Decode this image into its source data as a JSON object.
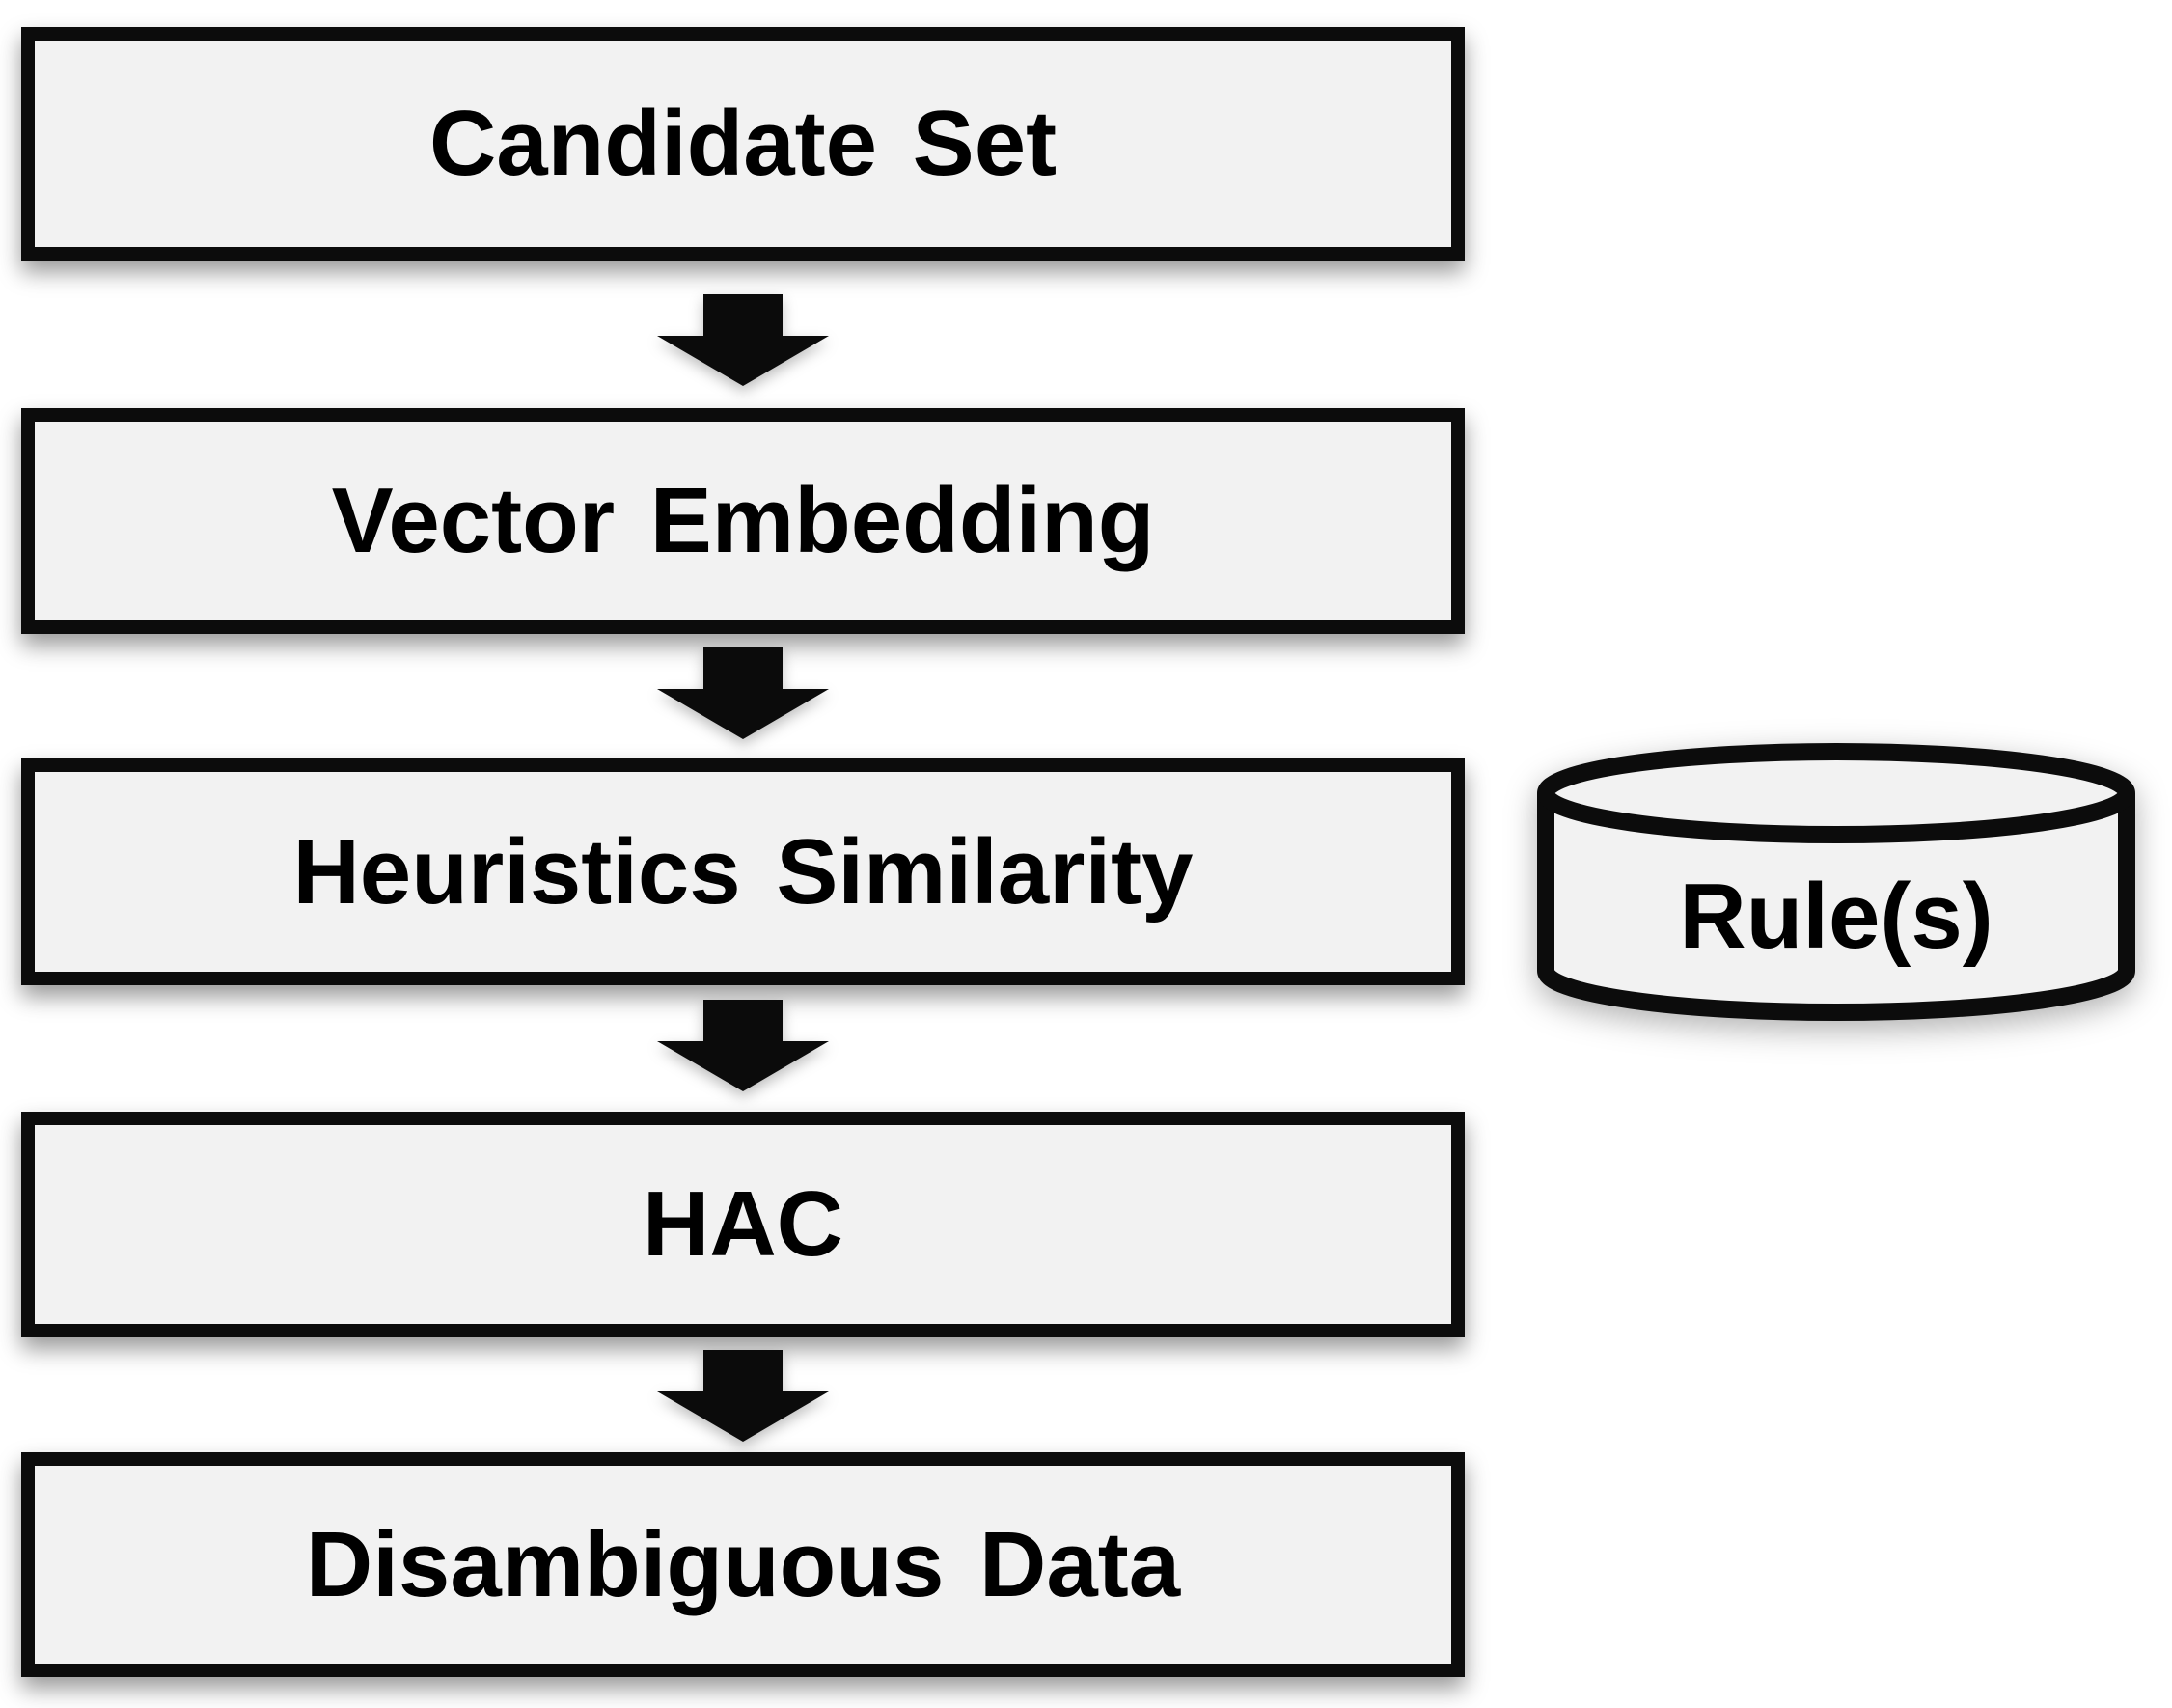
{
  "diagram": {
    "type": "flowchart",
    "direction": "top-to-bottom",
    "nodes": [
      {
        "id": "candidate-set",
        "label": "Candidate Set",
        "shape": "rectangle"
      },
      {
        "id": "vector-embedding",
        "label": "Vector Embedding",
        "shape": "rectangle"
      },
      {
        "id": "heuristics-similarity",
        "label": "Heuristics Similarity",
        "shape": "rectangle"
      },
      {
        "id": "hac",
        "label": "HAC",
        "shape": "rectangle"
      },
      {
        "id": "disambiguous-data",
        "label": "Disambiguous Data",
        "shape": "rectangle"
      }
    ],
    "edges": [
      {
        "from": "candidate-set",
        "to": "vector-embedding",
        "style": "solid-block-arrow-down"
      },
      {
        "from": "vector-embedding",
        "to": "heuristics-similarity",
        "style": "solid-block-arrow-down"
      },
      {
        "from": "heuristics-similarity",
        "to": "hac",
        "style": "solid-block-arrow-down"
      },
      {
        "from": "hac",
        "to": "disambiguous-data",
        "style": "solid-block-arrow-down"
      }
    ],
    "datastore": {
      "id": "rules",
      "label": "Rule(s)",
      "shape": "cylinder",
      "aligned_with": "heuristics-similarity"
    },
    "colors": {
      "node_fill": "#f2f2f2",
      "stroke": "#0c0c0c",
      "arrow": "#0b0b0b",
      "background": "#ffffff"
    }
  }
}
